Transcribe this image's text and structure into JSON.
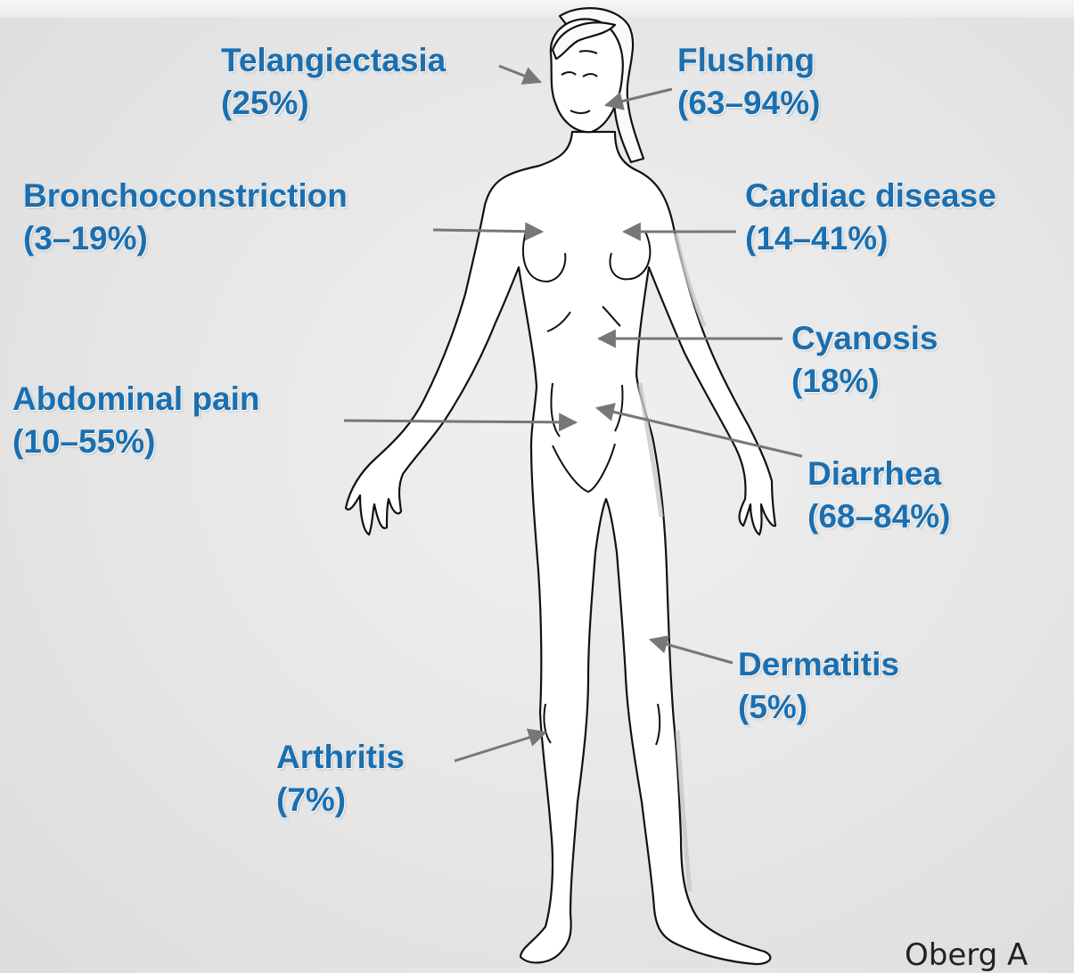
{
  "labels": {
    "telangiectasia": {
      "name": "Telangiectasia",
      "pct": "(25%)"
    },
    "flushing": {
      "name": "Flushing",
      "pct": "(63–94%)"
    },
    "bronchoconstriction": {
      "name": "Bronchoconstriction",
      "pct": "(3–19%)"
    },
    "cardiac": {
      "name": "Cardiac disease",
      "pct": "(14–41%)"
    },
    "cyanosis": {
      "name": "Cyanosis",
      "pct": "(18%)"
    },
    "abdominal": {
      "name": "Abdominal pain",
      "pct": "(10–55%)"
    },
    "diarrhea": {
      "name": "Diarrhea",
      "pct": "(68–84%)"
    },
    "dermatitis": {
      "name": "Dermatitis",
      "pct": "(5%)"
    },
    "arthritis": {
      "name": "Arthritis",
      "pct": "(7%)"
    }
  },
  "citation": "Oberg A",
  "colors": {
    "label": "#1a6fb0",
    "arrow": "#777777",
    "outline": "#111111"
  }
}
